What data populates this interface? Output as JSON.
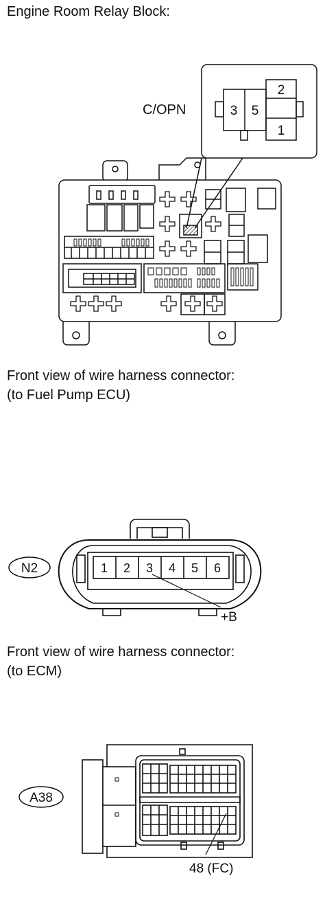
{
  "section1": {
    "title": "Engine Room Relay Block:",
    "relay_label": "C/OPN",
    "relay_terminals": [
      "3",
      "5",
      "2",
      "1"
    ]
  },
  "section2": {
    "title_line1": "Front view of wire harness connector:",
    "title_line2": "(to Fuel Pump ECU)",
    "connector_id": "N2",
    "pins": [
      "1",
      "2",
      "3",
      "4",
      "5",
      "6"
    ],
    "callout": "+B"
  },
  "section3": {
    "title_line1": "Front view of wire harness connector:",
    "title_line2": "(to ECM)",
    "connector_id": "A38",
    "callout": "48 (FC)"
  }
}
